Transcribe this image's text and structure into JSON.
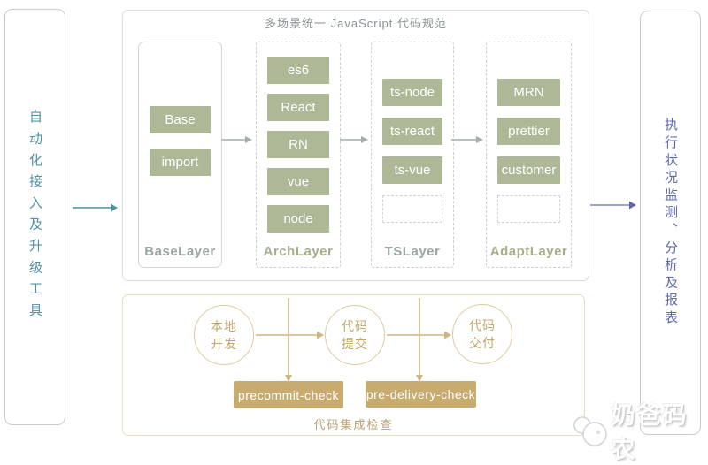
{
  "colors": {
    "teal": "#4f93a7",
    "purple_text": "#5e6ab0",
    "purple_arrow": "#8388c6",
    "gray_arrow": "#a6adab",
    "chip_green": "#adb897",
    "label_green": "#a3b089",
    "label_gray": "#9aa6a3",
    "tan_box": "#c7ab6f",
    "tan_line": "#ccb580",
    "circle_border": "#decb9e",
    "circle_text": "#c2a66a",
    "caption_tan": "#b5a16c",
    "main_border": "#dadeda",
    "panel_border": "#c7cdcd",
    "bottom_border": "#e7ddc1",
    "title_gray": "#8b9195"
  },
  "left_panel": {
    "text": "自动化接入及升级工具"
  },
  "right_panel": {
    "text": "执行状况监测、分析及报表"
  },
  "main": {
    "title": "多场景统一 JavaScript 代码规范",
    "layers": [
      {
        "label": "BaseLayer",
        "chips": [
          "Base",
          "import"
        ]
      },
      {
        "label": "ArchLayer",
        "chips": [
          "es6",
          "React",
          "RN",
          "vue",
          "node"
        ]
      },
      {
        "label": "TSLayer",
        "chips": [
          "ts-node",
          "ts-react",
          "ts-vue",
          ""
        ]
      },
      {
        "label": "AdaptLayer",
        "chips": [
          "MRN",
          "prettier",
          "customer",
          ""
        ]
      }
    ]
  },
  "flow": {
    "steps": [
      {
        "line1": "本地",
        "line2": "开发"
      },
      {
        "line1": "代码",
        "line2": "提交"
      },
      {
        "line1": "代码",
        "line2": "交付"
      }
    ],
    "checks": [
      "precommit-check",
      "pre-delivery-check"
    ],
    "caption": "代码集成检查"
  },
  "watermark": {
    "text": "奶爸码农"
  }
}
